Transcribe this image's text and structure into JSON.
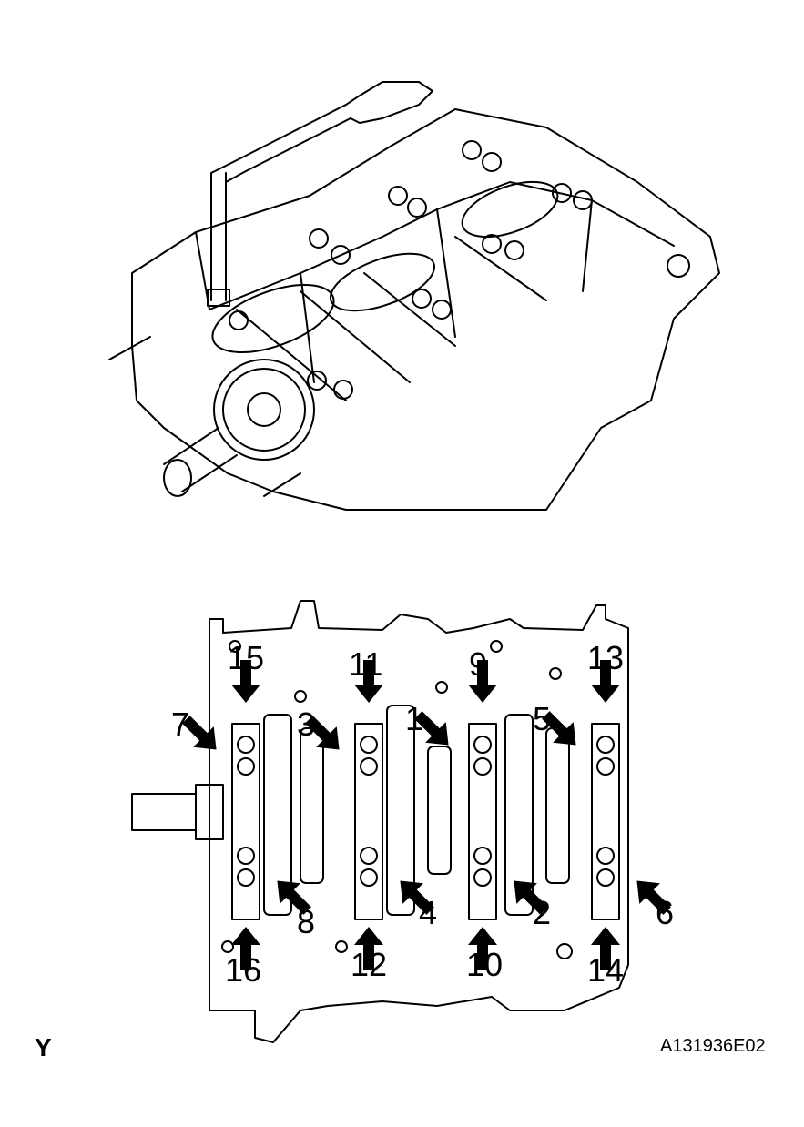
{
  "corner_label": "Y",
  "figure_code": "A131936E02",
  "bolt_sequence": [
    {
      "n": "1",
      "dir": "down-right"
    },
    {
      "n": "2",
      "dir": "up-left"
    },
    {
      "n": "3",
      "dir": "down-right"
    },
    {
      "n": "4",
      "dir": "up-left"
    },
    {
      "n": "5",
      "dir": "down-right"
    },
    {
      "n": "6",
      "dir": "up-left"
    },
    {
      "n": "7",
      "dir": "down-right"
    },
    {
      "n": "8",
      "dir": "up-left"
    },
    {
      "n": "9",
      "dir": "down"
    },
    {
      "n": "10",
      "dir": "up"
    },
    {
      "n": "11",
      "dir": "down"
    },
    {
      "n": "12",
      "dir": "up"
    },
    {
      "n": "13",
      "dir": "down"
    },
    {
      "n": "14",
      "dir": "up"
    },
    {
      "n": "15",
      "dir": "down"
    },
    {
      "n": "16",
      "dir": "up"
    }
  ]
}
